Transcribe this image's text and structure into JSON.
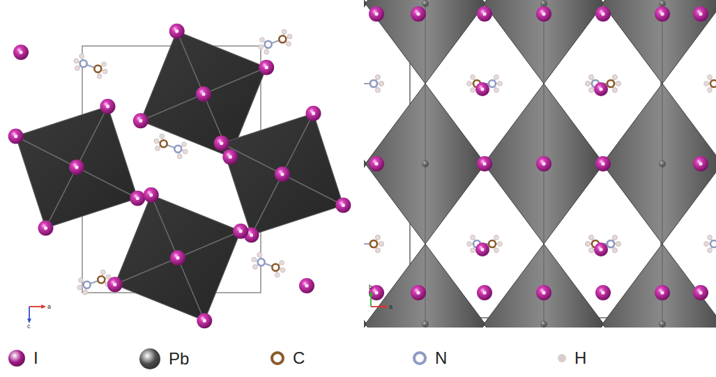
{
  "diagram": {
    "labels": [
      "a",
      "c",
      "a",
      "b"
    ],
    "legend": [
      {
        "text": "I",
        "color": "#a3178a"
      },
      {
        "text": "Pb",
        "color": "#4a4a4a"
      },
      {
        "text": "C",
        "color": "#8b5a2b"
      },
      {
        "text": "N",
        "color": "#8e9cc4"
      },
      {
        "text": "H",
        "color": "#d8cccc"
      }
    ]
  }
}
